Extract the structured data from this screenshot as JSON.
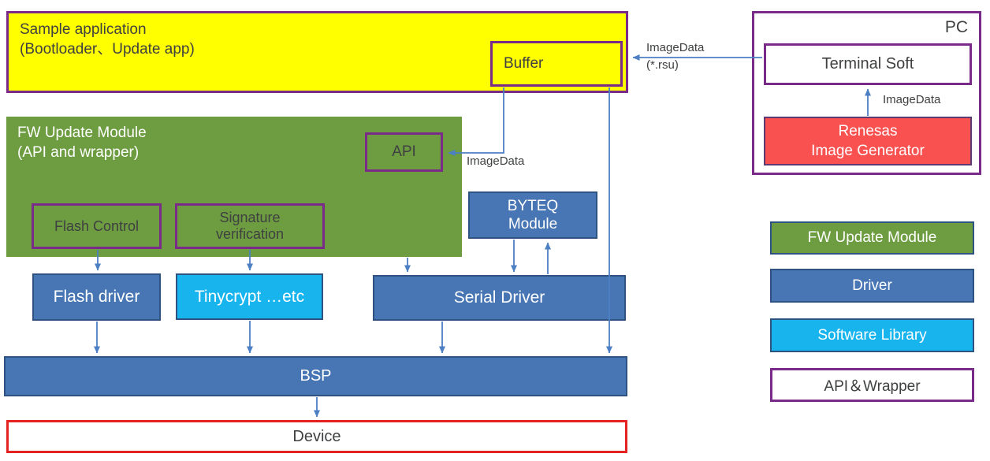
{
  "colors": {
    "app_yellow": "#FFFF00",
    "module_green": "#6D9C41",
    "driver_blue": "#4876B4",
    "library_cyan": "#18B4EE",
    "generator_red": "#F95050",
    "api_wrapper_purple": "#7A2B8A",
    "device_red": "#E32222",
    "arrow_blue": "#4C7FC4"
  },
  "diagram": {
    "sample_app": {
      "line1": "Sample application",
      "line2": "(Bootloader、Update app)"
    },
    "buffer": {
      "label": "Buffer"
    },
    "fw_module": {
      "line1": "FW Update Module",
      "line2": "(API and wrapper)"
    },
    "api": {
      "label": "API"
    },
    "flash_control": {
      "label": "Flash Control"
    },
    "signature": {
      "line1": "Signature",
      "line2": "verification"
    },
    "byteq": {
      "line1": "BYTEQ",
      "line2": "Module"
    },
    "flash_driver": {
      "label": "Flash driver"
    },
    "tinycrypt": {
      "label": "Tinycrypt …etc"
    },
    "serial_driver": {
      "label": "Serial Driver"
    },
    "bsp": {
      "label": "BSP"
    },
    "device": {
      "label": "Device"
    },
    "pc": {
      "title": "PC",
      "terminal": "Terminal Soft",
      "generator_line1": "Renesas",
      "generator_line2": "Image Generator"
    },
    "labels": {
      "imagedata_rsu_line1": "ImageData",
      "imagedata_rsu_line2": "(*.rsu)",
      "imagedata_api": "ImageData",
      "imagedata_pc": "ImageData"
    }
  },
  "legend": {
    "items": [
      {
        "label": "FW Update Module",
        "color": "#6D9C41"
      },
      {
        "label": "Driver",
        "color": "#4876B4"
      },
      {
        "label": "Software Library",
        "color": "#18B4EE"
      },
      {
        "label": "API＆Wrapper",
        "color": "#FFFFFF"
      }
    ]
  }
}
